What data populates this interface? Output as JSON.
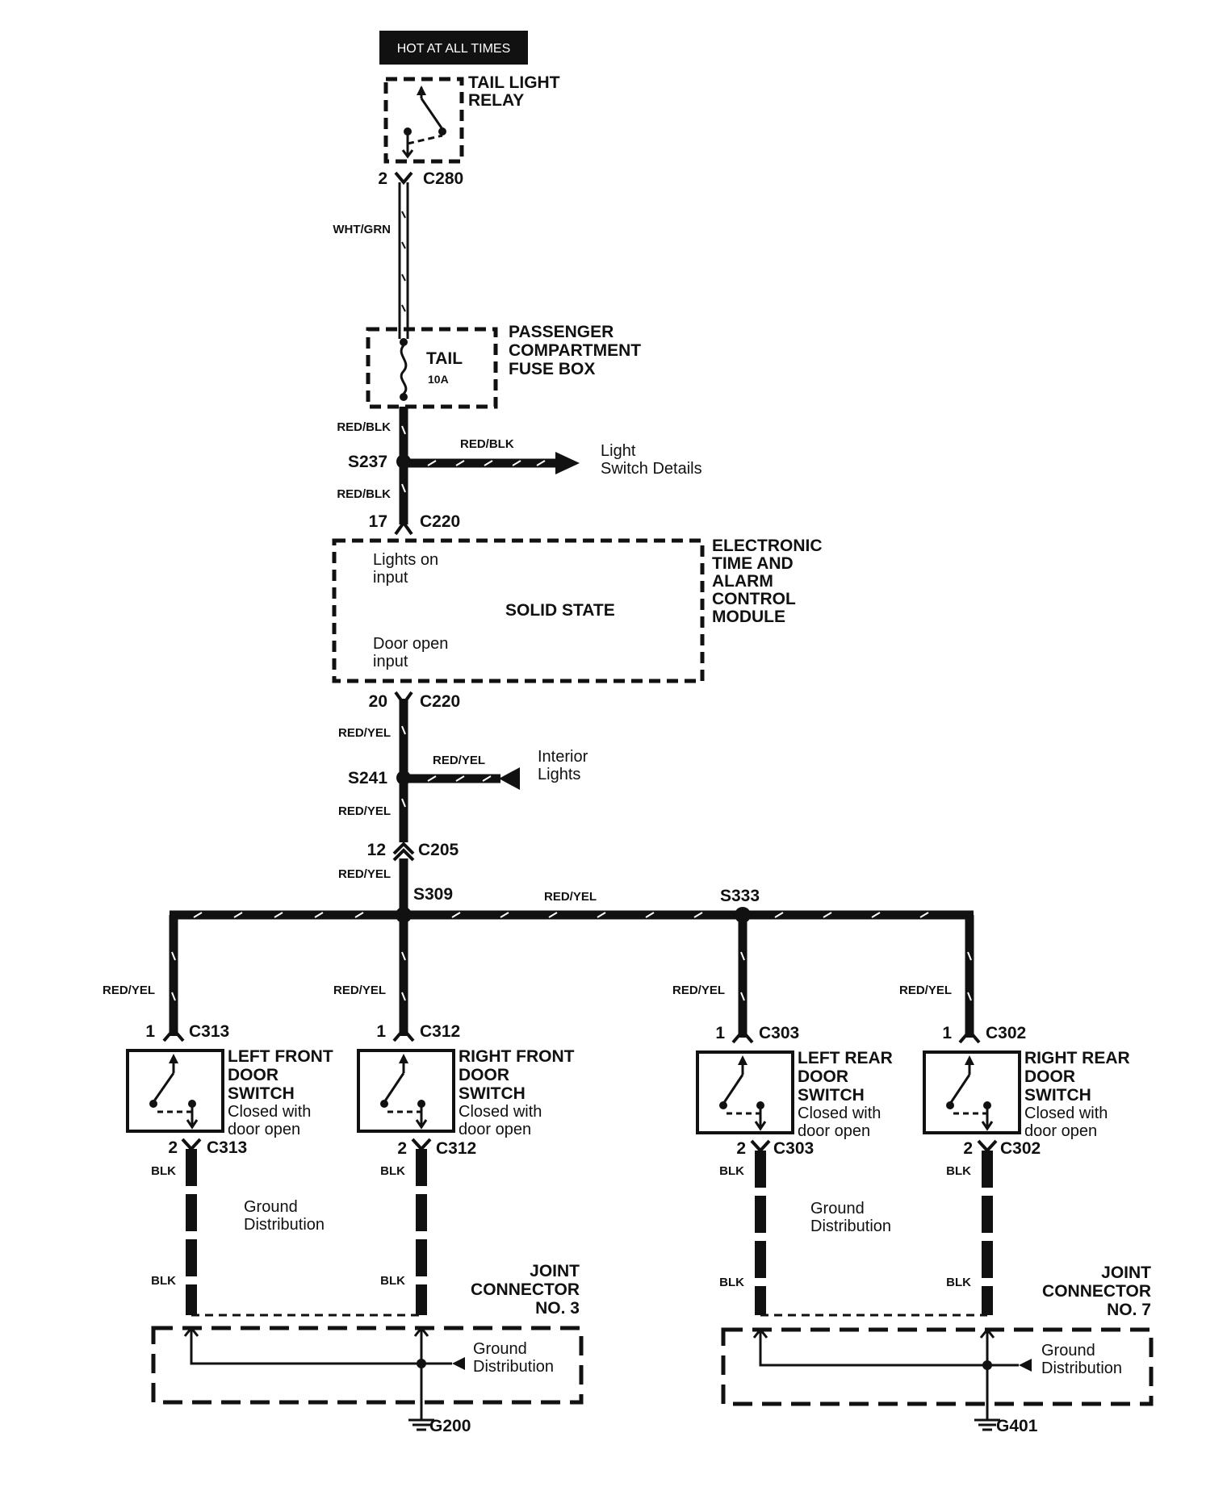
{
  "hot_at_all_times": "HOT AT ALL TIMES",
  "tail_relay": {
    "line1": "TAIL LIGHT",
    "line2": "RELAY",
    "pin": "2",
    "connector": "C280"
  },
  "wire_wht_grn": "WHT/GRN",
  "fuse_box": {
    "fuse_name": "TAIL",
    "fuse_rating": "10A",
    "line1": "PASSENGER",
    "line2": "COMPARTMENT",
    "line3": "FUSE BOX"
  },
  "red_blk": "RED/BLK",
  "red_yel": "RED/YEL",
  "blk": "BLK",
  "s237": "S237",
  "light_switch": {
    "line1": "Light",
    "line2": "Switch Details"
  },
  "module": {
    "top_pin": "17",
    "top_conn": "C220",
    "lights_on_1": "Lights on",
    "lights_on_2": "input",
    "solid_state": "SOLID STATE",
    "door_open_1": "Door open",
    "door_open_2": "input",
    "title1": "ELECTRONIC",
    "title2": "TIME AND",
    "title3": "ALARM",
    "title4": "CONTROL",
    "title5": "MODULE",
    "bottom_pin": "20",
    "bottom_conn": "C220"
  },
  "s241": "S241",
  "interior_lights": {
    "line1": "Interior",
    "line2": "Lights"
  },
  "c205": {
    "pin": "12",
    "connector": "C205"
  },
  "s309": "S309",
  "s333": "S333",
  "switches": [
    {
      "pin_top": "1",
      "conn": "C313",
      "pin_bot": "2",
      "line1": "LEFT FRONT",
      "line2": "DOOR",
      "line3": "SWITCH",
      "note1": "Closed with",
      "note2": "door open"
    },
    {
      "pin_top": "1",
      "conn": "C312",
      "pin_bot": "2",
      "line1": "RIGHT FRONT",
      "line2": "DOOR",
      "line3": "SWITCH",
      "note1": "Closed with",
      "note2": "door open"
    },
    {
      "pin_top": "1",
      "conn": "C303",
      "pin_bot": "2",
      "line1": "LEFT REAR",
      "line2": "DOOR",
      "line3": "SWITCH",
      "note1": "Closed with",
      "note2": "door open"
    },
    {
      "pin_top": "1",
      "conn": "C302",
      "pin_bot": "2",
      "line1": "RIGHT REAR",
      "line2": "DOOR",
      "line3": "SWITCH",
      "note1": "Closed with",
      "note2": "door open"
    }
  ],
  "ground_dist": {
    "line1": "Ground",
    "line2": "Distribution"
  },
  "joint3": {
    "line1": "JOINT",
    "line2": "CONNECTOR",
    "line3": "NO. 3"
  },
  "joint7": {
    "line1": "JOINT",
    "line2": "CONNECTOR",
    "line3": "NO. 7"
  },
  "g200": "G200",
  "g401": "G401"
}
